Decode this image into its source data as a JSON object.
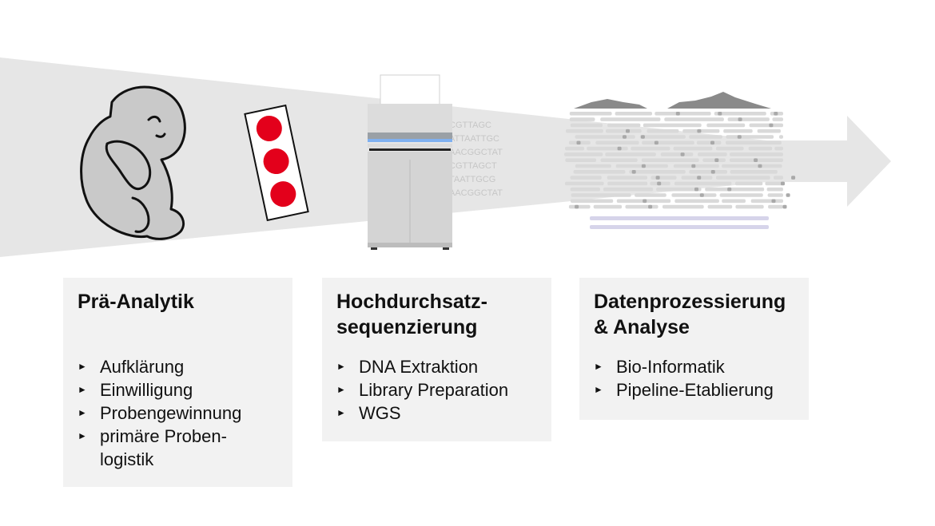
{
  "sequence_fragments": [
    "CGTTAGC",
    "ATTAATTGC",
    "AACGGCTAT",
    "CGTTAGCT",
    "TAATTGCG",
    "AACGGCTAT"
  ],
  "stages": [
    {
      "title": "Prä-Analytik",
      "items": [
        "Aufklärung",
        "Einwilligung",
        "Probengewinnung",
        "primäre Proben-\nlogistik"
      ]
    },
    {
      "title": "Hochdurchsatz-\nsequenzierung",
      "items": [
        "DNA Extraktion",
        "Library Preparation",
        "WGS"
      ]
    },
    {
      "title": "Datenprozessierung\n& Analyse",
      "items": [
        "Bio-Informatik",
        "Pipeline-Etablierung"
      ]
    }
  ],
  "colors": {
    "arrow": "#e6e6e6",
    "baby": "#c9c9c9",
    "blood_spot": "#e3001b",
    "sequencer_body": "#dcdcdc",
    "sequencer_accent": "#7fb0f0",
    "reads": "#d9d9d9",
    "reads_dark": "#a9a9a9",
    "coverage": "#8a8a8a",
    "reference": "#d6d4ea",
    "panel": "#f2f2f2"
  }
}
